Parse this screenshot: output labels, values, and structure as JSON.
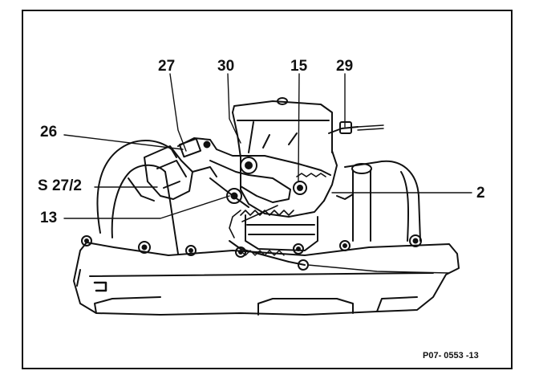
{
  "figure": {
    "reference": "P07- 0553 -13"
  },
  "callouts": {
    "c27": "27",
    "c30": "30",
    "c15": "15",
    "c29": "29",
    "c26": "26",
    "cS272": "S 27/2",
    "c13": "13",
    "c2": "2"
  },
  "style": {
    "ink": "#111111",
    "paper": "#ffffff"
  }
}
